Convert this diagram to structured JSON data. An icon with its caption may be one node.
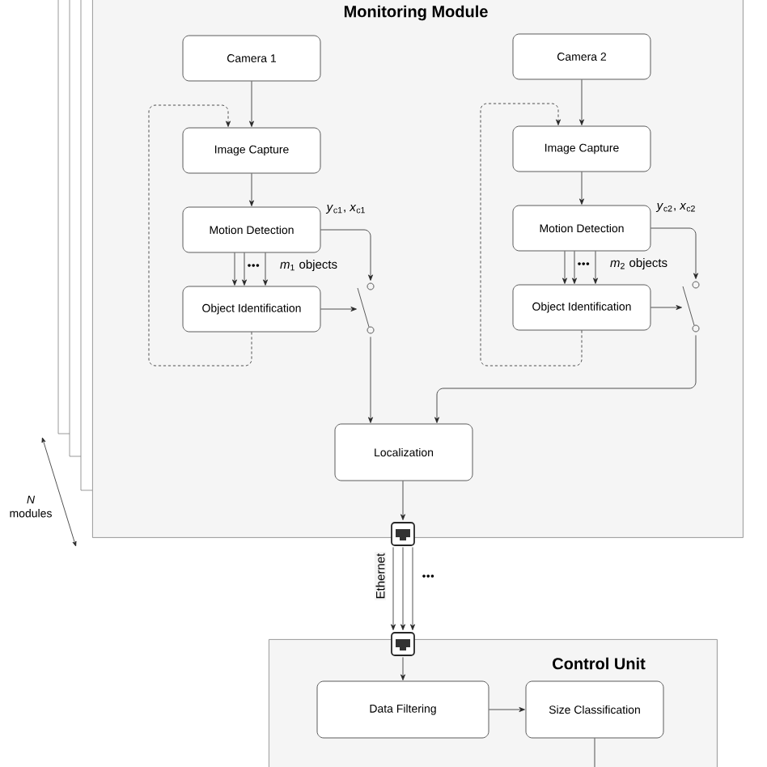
{
  "diagram": {
    "nodes": [
      {
        "text": [
          "Monitoring Module"
        ]
      },
      {
        "text": [
          "Camera 1"
        ],
        "in": 0
      },
      {
        "text": [
          "Camera 2"
        ],
        "in": 0
      },
      {
        "text": [
          "Image Capture"
        ],
        "in": 0
      },
      {
        "text": [
          "Image Capture"
        ],
        "in": 0
      },
      {
        "text": [
          "Motion Detection"
        ],
        "in": 0
      },
      {
        "text": [
          "Motion Detection"
        ],
        "in": 0
      },
      {
        "text": [
          "Object Identification"
        ],
        "in": 0
      },
      {
        "text": [
          "Object Identification"
        ],
        "in": 0
      },
      {
        "text": [],
        "shape": "switch",
        "in": 0
      },
      {
        "text": [],
        "shape": "switch",
        "in": 0
      },
      {
        "text": [
          "Localization"
        ],
        "in": 0
      },
      {
        "text": [],
        "shape": "socket"
      },
      {
        "text": [
          "Control Unit"
        ]
      },
      {
        "text": [],
        "shape": "socket"
      },
      {
        "text": [
          "Data Filtering"
        ],
        "in": 13
      },
      {
        "text": [
          "Size Classification"
        ],
        "in": 13
      }
    ],
    "edges": [
      {
        "from": 1,
        "to": 3,
        "arrow": "to"
      },
      {
        "from": 2,
        "to": 4,
        "arrow": "to"
      },
      {
        "from": 3,
        "to": 5,
        "arrow": "to"
      },
      {
        "from": 4,
        "to": 6,
        "arrow": "to"
      },
      {
        "from": 5,
        "to": 7,
        "arrow": "to"
      },
      {
        "from": 5,
        "to": 7,
        "arrow": "to"
      },
      {
        "from": 5,
        "to": 7,
        "arrow": "to",
        "label": "*m*$_{1}$ objects"
      },
      {
        "from": 6,
        "to": 8,
        "arrow": "to"
      },
      {
        "from": 6,
        "to": 8,
        "arrow": "to"
      },
      {
        "from": 6,
        "to": 8,
        "arrow": "to",
        "label": "*m*$_{2}$ objects"
      },
      {
        "from": 7,
        "to": 3,
        "arrow": "to",
        "style": "dashed"
      },
      {
        "from": 8,
        "to": 4,
        "arrow": "to",
        "style": "dashed"
      },
      {
        "from": 5,
        "to": 9,
        "arrow": "to",
        "label": "*y*$_{c1}$, *x*$_{c1}$"
      },
      {
        "from": 6,
        "to": 10,
        "arrow": "to",
        "label": "*y*$_{c2}$, *x*$_{c2}$"
      },
      {
        "from": 7,
        "to": 9,
        "arrow": "to"
      },
      {
        "from": 8,
        "to": 10,
        "arrow": "to"
      },
      {
        "from": 9,
        "to": 11,
        "arrow": "to"
      },
      {
        "from": 10,
        "to": 11,
        "arrow": "to"
      },
      {
        "from": 11,
        "to": 12,
        "arrow": "to"
      },
      {
        "from": 12,
        "to": 14,
        "arrow": "to",
        "label": "Ethernet"
      },
      {
        "from": 12,
        "to": 14,
        "arrow": "to"
      },
      {
        "from": 12,
        "to": 14,
        "arrow": "to"
      },
      {
        "from": 14,
        "to": 15,
        "arrow": "to"
      },
      {
        "from": 15,
        "to": 16,
        "arrow": "to"
      },
      {
        "from": 16,
        "to": null,
        "arrow": "none"
      }
    ],
    "labels": [
      "*N* modules"
    ]
  }
}
